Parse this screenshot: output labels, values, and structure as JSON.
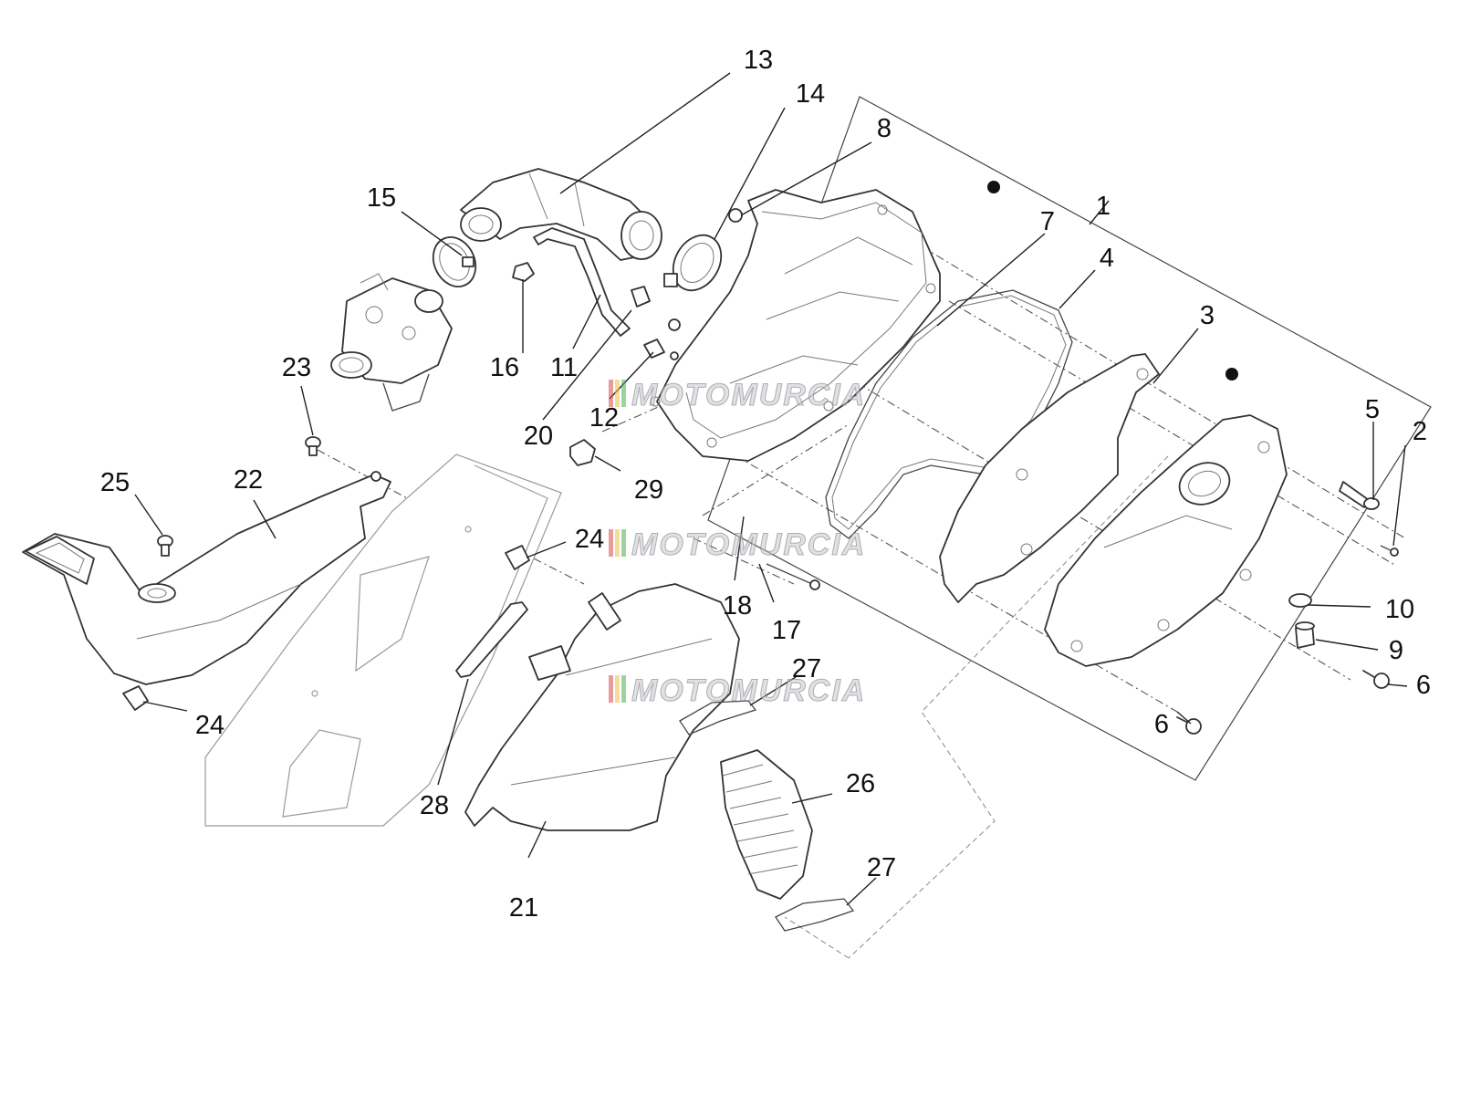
{
  "watermark": {
    "text": "MOTOMURCIA",
    "stripe_colors": [
      "#d94b4b",
      "#f0c040",
      "#4caf50"
    ]
  },
  "callouts": {
    "c1": "1",
    "c2": "2",
    "c3": "3",
    "c4": "4",
    "c5": "5",
    "c6a": "6",
    "c6b": "6",
    "c7": "7",
    "c8": "8",
    "c9": "9",
    "c10": "10",
    "c11": "11",
    "c12": "12",
    "c13": "13",
    "c14": "14",
    "c15": "15",
    "c16": "16",
    "c17": "17",
    "c18": "18",
    "c20": "20",
    "c21": "21",
    "c22": "22",
    "c23": "23",
    "c24a": "24",
    "c24b": "24",
    "c25": "25",
    "c26": "26",
    "c27a": "27",
    "c27b": "27",
    "c28": "28",
    "c29": "29"
  }
}
